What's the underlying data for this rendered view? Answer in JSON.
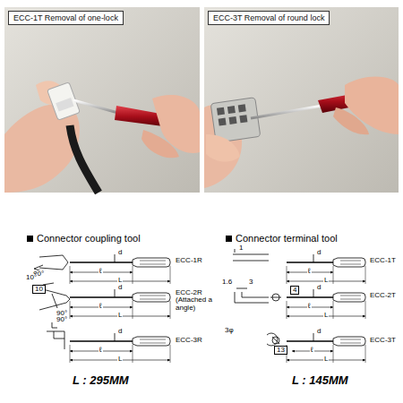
{
  "diagram": {
    "nodes": [
      {
        "text": [
          "ECC-1T Removal of one-lock"
        ]
      },
      {
        "text": [
          "ECC-3T Removal of round lock"
        ]
      }
    ],
    "labels": [
      "Connector coupling tool",
      "80°",
      "d",
      "ℓ",
      "L",
      "ECC-1R",
      "10°",
      "10",
      "90°",
      "d",
      "ℓ",
      "L",
      "ECC-2R (Attached a angle)",
      "90°",
      "d",
      "ℓ",
      "L",
      "ECC-3R",
      "L : 295MM",
      "Connector terminal tool",
      "1",
      "d",
      "ℓ",
      "L",
      "ECC-1T",
      "1.6",
      "3",
      "4",
      "d",
      "ℓ",
      "L",
      "ECC-2T",
      "3φ",
      "13",
      "d",
      "ℓ",
      "L",
      "ECC-3T",
      "L : 145MM"
    ]
  }
}
